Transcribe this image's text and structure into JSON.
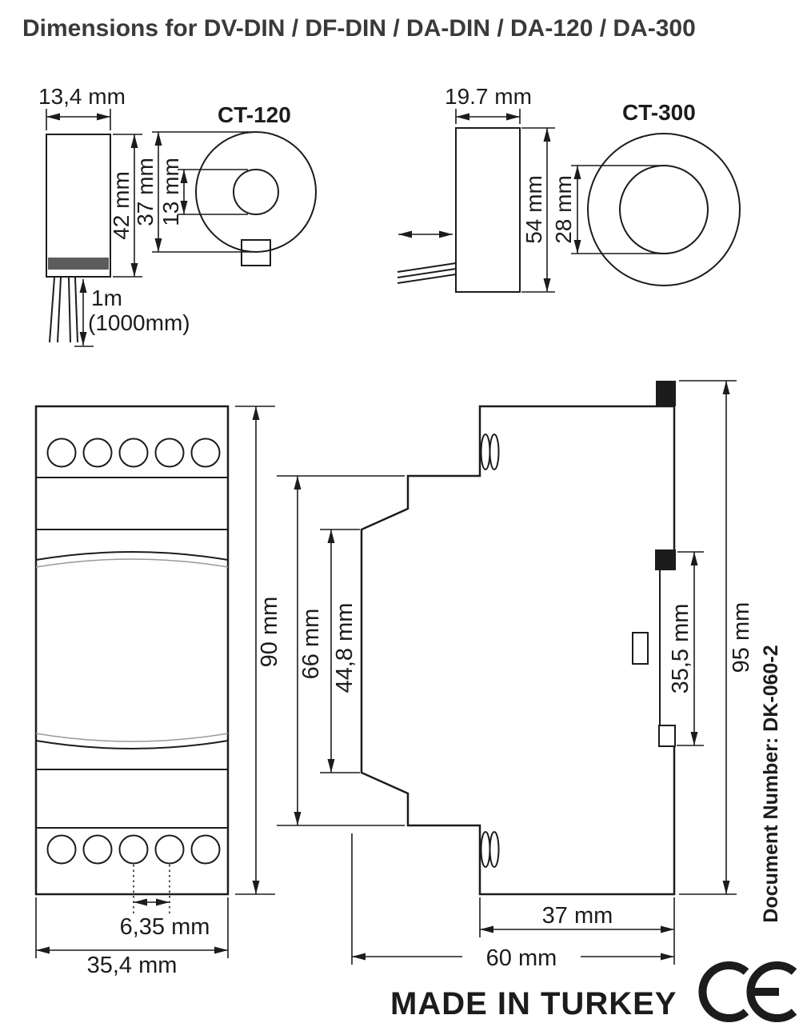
{
  "title": "Dimensions for DV-DIN / DF-DIN / DA-DIN / DA-120 / DA-300",
  "ct120": {
    "label": "CT-120",
    "width": "13,4 mm",
    "height": "42 mm",
    "outer_diameter": "37 mm",
    "inner_diameter": "13 mm",
    "wire_length": "1m",
    "wire_length_alt": "(1000mm)"
  },
  "ct300": {
    "label": "CT-300",
    "width": "19.7 mm",
    "height": "54 mm",
    "inner_diameter": "28 mm"
  },
  "module": {
    "width": "35,4 mm",
    "terminal_pitch": "6,35 mm",
    "body_height": "90 mm",
    "front_height": "66 mm",
    "panel_height": "44,8 mm",
    "din_rail": "35,5 mm",
    "overall_height": "95 mm",
    "rear_depth": "37 mm",
    "overall_depth": "60 mm"
  },
  "footer": {
    "document_number": "Document Number: DK-060-2",
    "made_in": "MADE IN TURKEY",
    "ce_mark": "CE"
  },
  "colors": {
    "line": "#1c1c1c",
    "ct120_fill": "#9e9e9e",
    "ct120_band": "#5c5c5c",
    "ct300_fill": "#e8e8e8",
    "background": "#ffffff"
  }
}
